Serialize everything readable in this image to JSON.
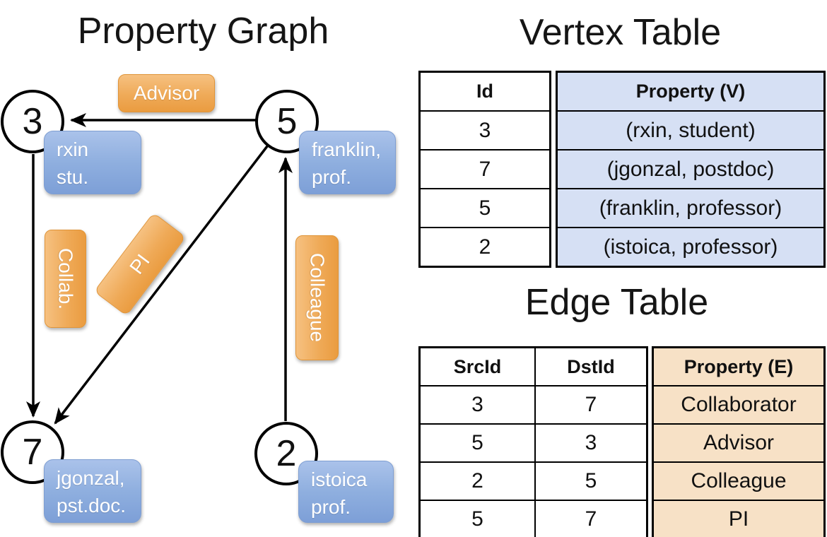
{
  "graph": {
    "title": "Property Graph",
    "nodes": {
      "n3": {
        "id": "3",
        "line1": "rxin",
        "line2": "stu."
      },
      "n5": {
        "id": "5",
        "line1": "franklin,",
        "line2": "prof."
      },
      "n7": {
        "id": "7",
        "line1": "jgonzal,",
        "line2": "pst.doc."
      },
      "n2": {
        "id": "2",
        "line1": "istoica",
        "line2": "prof."
      }
    },
    "edge_labels": {
      "advisor": "Advisor",
      "collab": "Collab.",
      "pi": "PI",
      "colleague": "Colleague"
    }
  },
  "vertex_table": {
    "title": "Vertex Table",
    "headers": {
      "id": "Id",
      "property": "Property (V)"
    },
    "rows": [
      {
        "id": "3",
        "property": "(rxin, student)"
      },
      {
        "id": "7",
        "property": "(jgonzal, postdoc)"
      },
      {
        "id": "5",
        "property": "(franklin, professor)"
      },
      {
        "id": "2",
        "property": "(istoica, professor)"
      }
    ]
  },
  "edge_table": {
    "title": "Edge Table",
    "headers": {
      "src": "SrcId",
      "dst": "DstId",
      "property": "Property (E)"
    },
    "rows": [
      {
        "src": "3",
        "dst": "7",
        "property": "Collaborator"
      },
      {
        "src": "5",
        "dst": "3",
        "property": "Advisor"
      },
      {
        "src": "2",
        "dst": "5",
        "property": "Colleague"
      },
      {
        "src": "5",
        "dst": "7",
        "property": "PI"
      }
    ]
  },
  "colors": {
    "edge_accent": "#EFAA58",
    "vertex_accent": "#8FAFDF",
    "vertex_table_fill": "#D6E0F4",
    "edge_table_fill": "#F7E1C6",
    "line_color": "#000000"
  }
}
